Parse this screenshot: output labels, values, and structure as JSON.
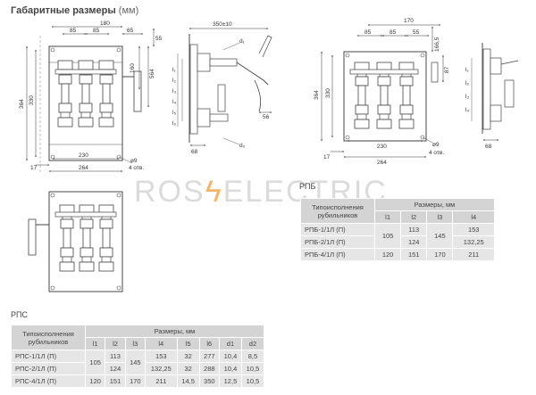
{
  "title": {
    "main": "Габаритные размеры",
    "unit": "(мм)"
  },
  "watermark": {
    "left": "ROS",
    "right": "ELECTRIC",
    "accent": "#f0962a"
  },
  "labels": {
    "rps": "РПС",
    "rpb": "РПБ"
  },
  "dims1": {
    "w180": "180",
    "w85a": "85",
    "w85b": "85",
    "w65": "65",
    "h55": "55",
    "h160": "160",
    "h564": "564",
    "h364": "364",
    "h330": "330",
    "w230": "230",
    "w264": "264",
    "w17": "17",
    "hole": "⌀9",
    "holes": "4 отв."
  },
  "dims2": {
    "w350": "350±10",
    "d1": "d₁",
    "d2": "d₂",
    "w56": "56",
    "w68": "68",
    "l1": "l₁",
    "l2": "l₂",
    "l3": "l₃",
    "l4": "l₄",
    "l5": "l₅",
    "l6": "l₆"
  },
  "dims3": {
    "w170": "170",
    "w85a": "85",
    "w85b": "85",
    "w55": "55",
    "h1665": "166,5",
    "h87": "87",
    "h364": "364",
    "h330": "330",
    "w230": "230",
    "w264": "264",
    "w17": "17",
    "hole": "⌀9",
    "holes": "4 отв."
  },
  "dims4": {
    "w68": "68",
    "l1": "l₁",
    "l2": "l₂",
    "l3": "l₃",
    "l4": "l₄"
  },
  "table_rpb": {
    "col_name": "Типоисполнения рубильников",
    "col_sizes": "Размеры, мм",
    "headers": [
      "l1",
      "l2",
      "l3",
      "l4"
    ],
    "rows": [
      {
        "name": "РПБ-1/1Л (П)",
        "l2": "113",
        "l4": "153"
      },
      {
        "name": "РПБ-2/1Л (П)",
        "l2": "124",
        "l4": "132,25"
      },
      {
        "name": "РПБ-4/1Л (П)",
        "l1": "120",
        "l2": "151",
        "l3": "170",
        "l4": "211"
      }
    ],
    "merged": {
      "l1": "105",
      "l3": "145"
    }
  },
  "table_rps": {
    "col_name": "Типоисполнения рубильников",
    "col_sizes": "Размеры, мм",
    "headers": [
      "l1",
      "l2",
      "l3",
      "l4",
      "l5",
      "l6",
      "d1",
      "d2"
    ],
    "rows": [
      {
        "name": "РПС-1/1Л (П)",
        "l2": "113",
        "l4": "153",
        "l5": "32",
        "l6": "277",
        "d1": "10,4",
        "d2": "8,5"
      },
      {
        "name": "РПС-2/1Л (П)",
        "l2": "124",
        "l4": "132,25",
        "l5": "32",
        "l6": "288",
        "d1": "10,4",
        "d2": "10,5"
      },
      {
        "name": "РПС-4/1Л (П)",
        "l1": "120",
        "l2": "151",
        "l3": "170",
        "l4": "211",
        "l5": "14,5",
        "l6": "350",
        "d1": "12,5",
        "d2": "10,5"
      }
    ],
    "merged": {
      "l1": "105",
      "l3": "145"
    }
  }
}
